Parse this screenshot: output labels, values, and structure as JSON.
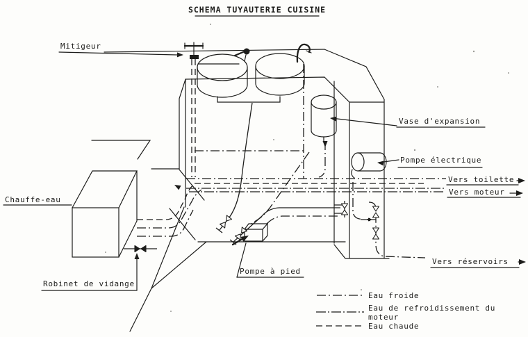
{
  "title": "SCHEMA TUYAUTERIE CUISINE",
  "labels": {
    "mitigeur": "Mitigeur",
    "chauffe_eau": "Chauffe-eau",
    "robinet_de_vidange": "Robinet de vidange",
    "pompe_a_pied": "Pompe à pied",
    "vase_d_expansion": "Vase d'expansion",
    "pompe_electrique": "Pompe électrique"
  },
  "outlets": {
    "vers_toilette": "Vers toilette",
    "vers_moteur": "Vers moteur",
    "vers_reservoirs": "Vers réservoirs"
  },
  "legend": {
    "items": [
      {
        "style": "cold",
        "label": "Eau froide"
      },
      {
        "style": "cooling",
        "label": "Eau de refroidissement du",
        "label2": "moteur"
      },
      {
        "style": "hot",
        "label": "Eau chaude"
      }
    ]
  },
  "colors": {
    "ink": "#1d1d1b",
    "paper": "#fdfdfb"
  }
}
